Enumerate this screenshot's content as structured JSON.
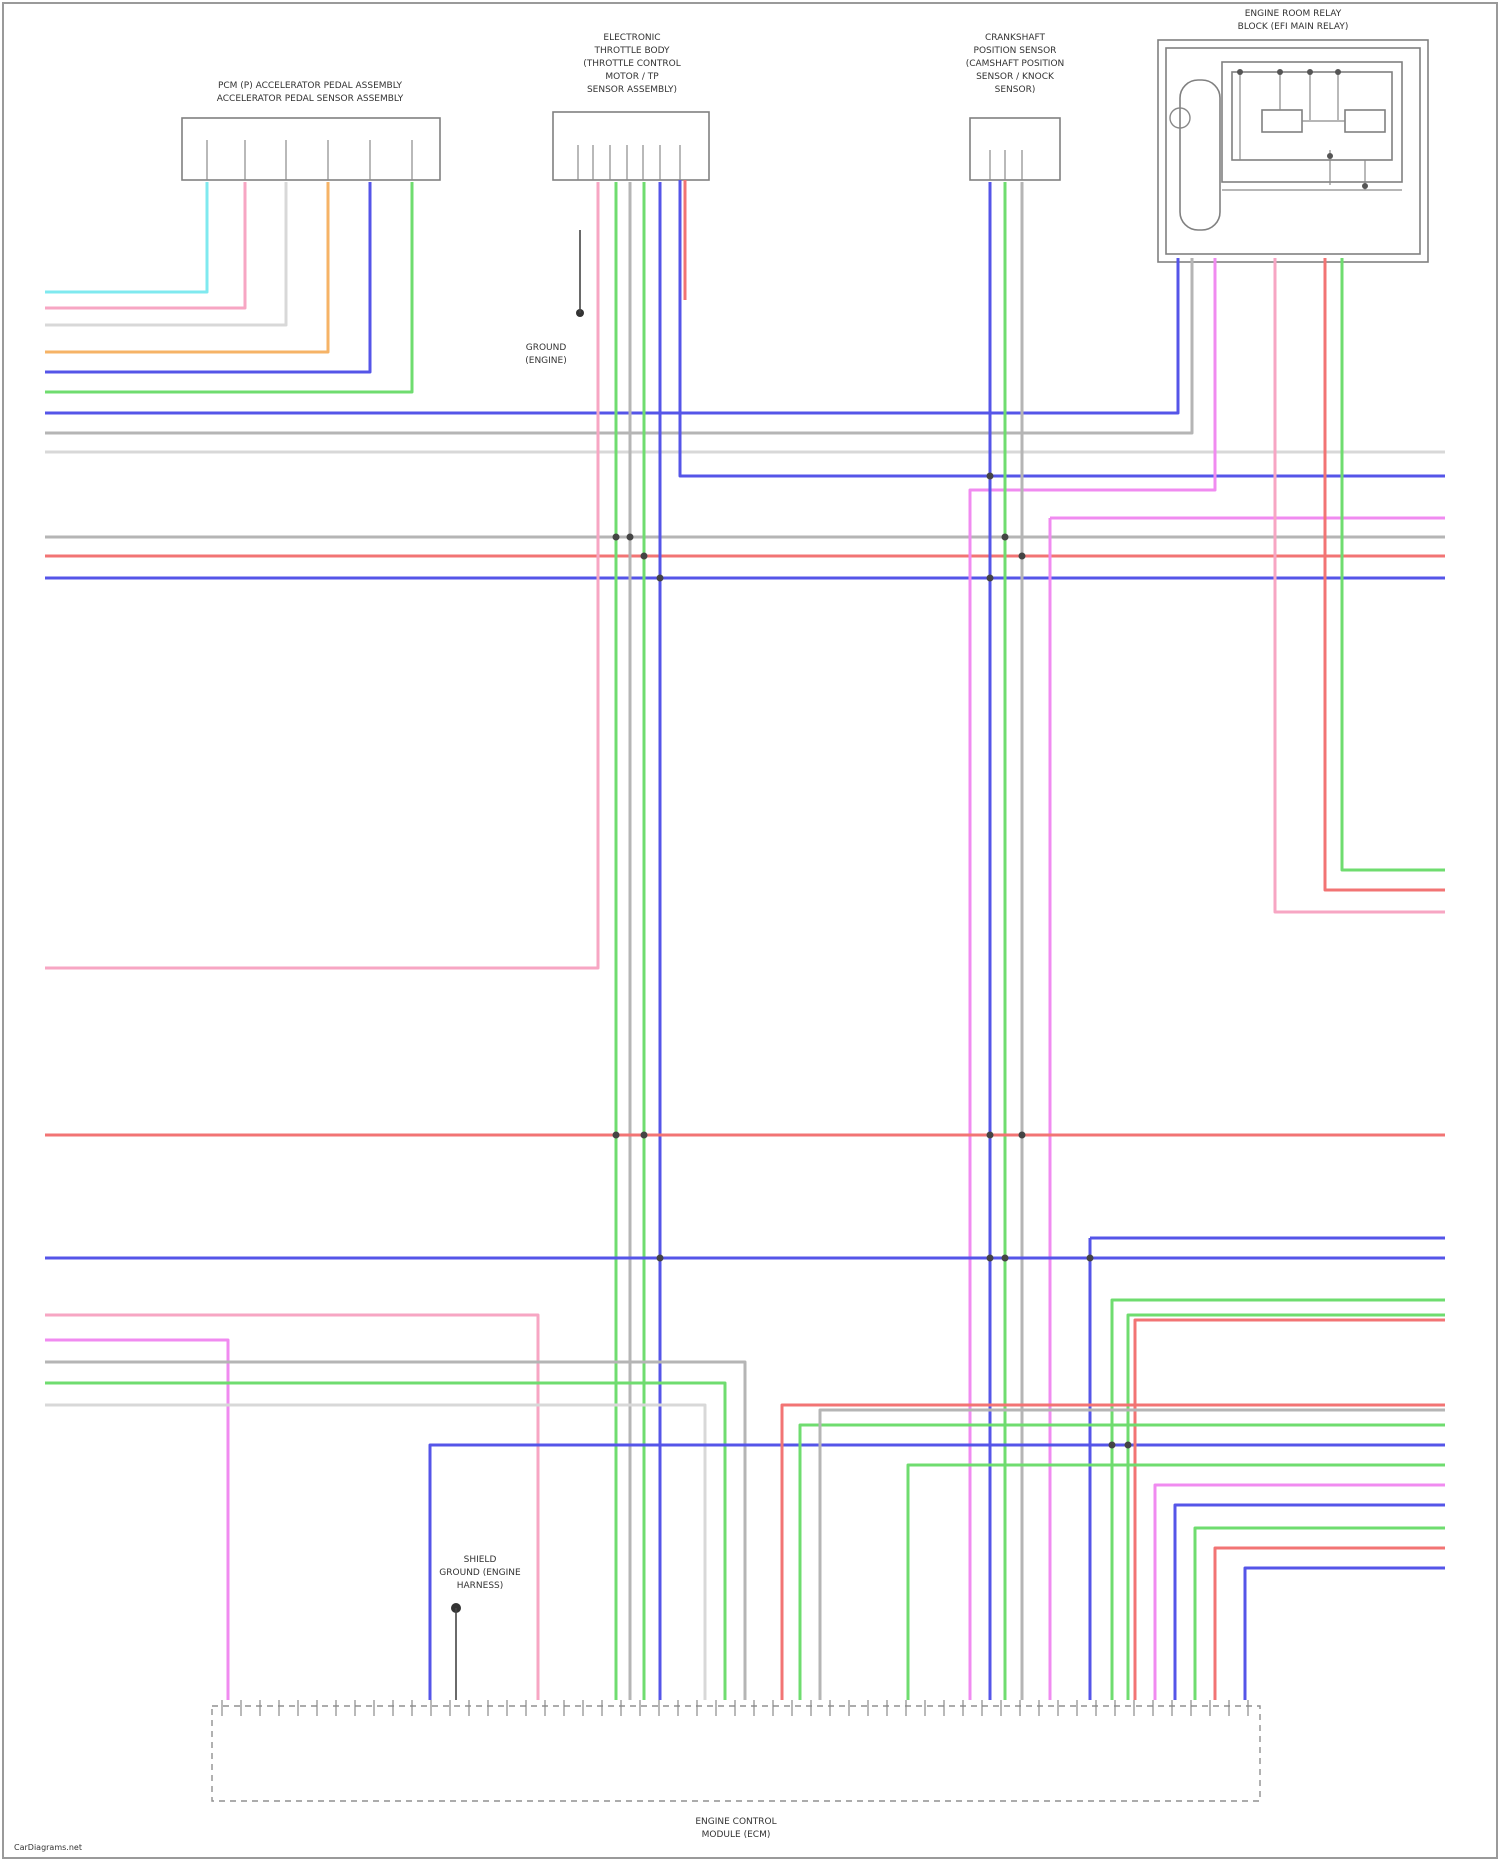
{
  "page": {
    "footer_credit": "CarDiagrams.net"
  },
  "colors": {
    "cyan": "#7fe9ef",
    "pink": "#f7a6c3",
    "gray": "#b5b5b5",
    "orange": "#f6b366",
    "blue": "#5555e8",
    "green": "#6fdc6f",
    "red": "#f27474",
    "magenta": "#f08bf0",
    "lightgray": "#d8d8d8",
    "black": "#333333"
  },
  "components": {
    "pedal_sensor": {
      "title_line1": "PCM (P) ACCELERATOR PEDAL ASSEMBLY",
      "title_line2": "ACCELERATOR PEDAL SENSOR ASSEMBLY"
    },
    "throttle_body": {
      "title_line1": "ELECTRONIC",
      "title_line2": "THROTTLE BODY",
      "title_line3": "(THROTTLE CONTROL",
      "title_line4": "MOTOR / TP",
      "title_line5": "SENSOR ASSEMBLY)"
    },
    "map_sensor": {
      "title_line1": "CRANKSHAFT",
      "title_line2": "POSITION SENSOR",
      "title_line3": "(CAMSHAFT POSITION",
      "title_line4": "SENSOR / KNOCK",
      "title_line5": "SENSOR)"
    },
    "relay_box": {
      "title_line1": "ENGINE ROOM RELAY",
      "title_line2": "BLOCK (EFI MAIN RELAY)"
    },
    "ecm": {
      "title_line1": "ENGINE CONTROL",
      "title_line2": "MODULE (ECM)"
    },
    "ground_upper": {
      "label_line1": "GROUND",
      "label_line2": "(ENGINE)"
    },
    "ground_lower": {
      "label_line1": "SHIELD",
      "label_line2": "GROUND (ENGINE",
      "label_line3": "HARNESS)"
    }
  }
}
